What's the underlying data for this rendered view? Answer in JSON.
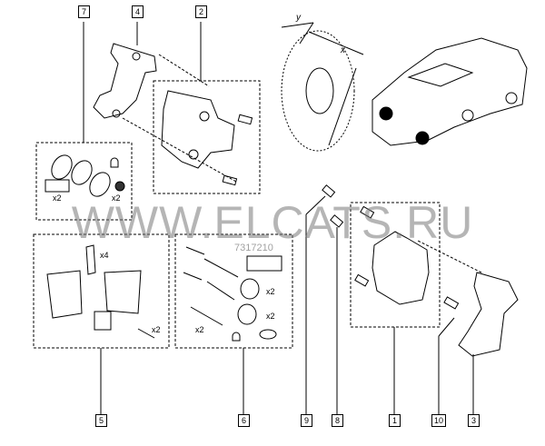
{
  "watermark": "WWW.ELCATS.RU",
  "part_number_overlay": "7317210",
  "axis_labels": {
    "x": "x",
    "y": "y"
  },
  "callouts": [
    "7",
    "4",
    "2",
    "5",
    "6",
    "9",
    "8",
    "1",
    "10",
    "3"
  ],
  "quantities": {
    "seal_kit_a": "x2",
    "seal_kit_b": "x2",
    "pad_clips": "x4",
    "pad_bolts": "x2",
    "guide_pins": "x2",
    "boots_a": "x2",
    "boots_b": "x2"
  },
  "colors": {
    "line": "#000000",
    "watermark": "#888888"
  }
}
